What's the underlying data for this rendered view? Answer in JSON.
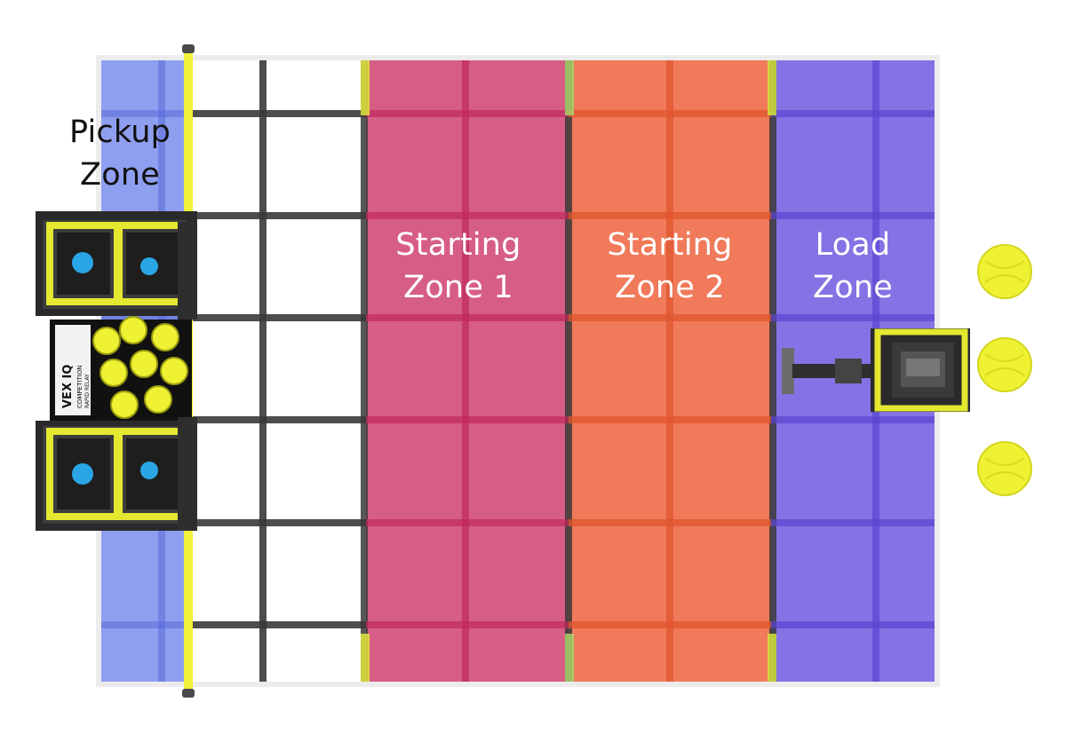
{
  "zones": {
    "pickup": {
      "line1": "Pickup",
      "line2": "Zone",
      "color": "#8f9ff0"
    },
    "starting1": {
      "line1": "Starting",
      "line2": "Zone 1",
      "color": "#d65e86"
    },
    "starting2": {
      "line1": "Starting",
      "line2": "Zone 2",
      "color": "#f07a5a"
    },
    "load": {
      "line1": "Load",
      "line2": "Zone",
      "color": "#8373e4"
    }
  },
  "colors": {
    "grid_line": "#3a3a3a",
    "divider_pole": "#f2f23a",
    "ball": "#eef233",
    "field_border": "#e8e8e8",
    "frame_dark": "#2a2a2a",
    "frame_yellow": "#e4e830",
    "button_blue": "#2aa5e6"
  },
  "goal_panel": {
    "brand": "VEX IQ",
    "text": "COMPETITION",
    "sub": "RAPID RELAY"
  },
  "balls": {
    "count": 3
  }
}
